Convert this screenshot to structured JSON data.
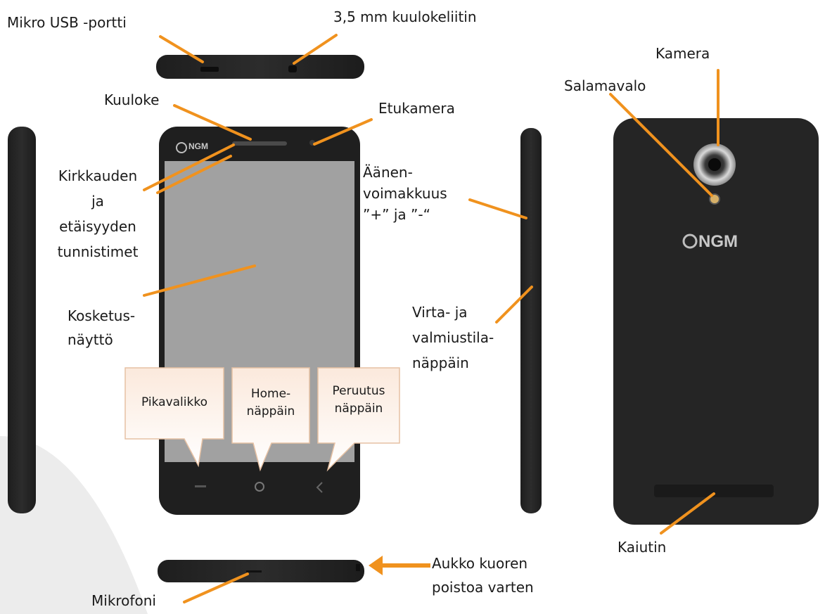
{
  "labels": {
    "micro_usb": "Mikro USB -portti",
    "headphone_jack": "3,5 mm kuulokeliitin",
    "earpiece": "Kuuloke",
    "front_camera": "Etukamera",
    "sensors": [
      "Kirkkauden",
      "ja",
      "etäisyyden",
      "tunnistimet"
    ],
    "volume": [
      "Äänen-",
      "voimakkuus",
      "”+” ja ”-“"
    ],
    "touchscreen": [
      "Kosketus-",
      "näyttö"
    ],
    "power": [
      "Virta- ja",
      "valmiustila-",
      "näppäin"
    ],
    "camera": "Kamera",
    "flash": "Salamavalo",
    "speaker": "Kaiutin",
    "cover_slot": [
      "Aukko kuoren",
      "poistoa varten"
    ],
    "microphone": "Mikrofoni"
  },
  "callouts": {
    "quick_menu": [
      "Pikavalikko"
    ],
    "home_key": [
      "Home-",
      "näppäin"
    ],
    "back_key": [
      "Peruutus",
      "näppäin"
    ]
  },
  "logo": {
    "front": "NGM",
    "back": "NGM"
  },
  "colors": {
    "leader": "#f0921e",
    "device_body": "#262626",
    "screen": "#a1a1a1",
    "callout_top": "#fbe9dc",
    "callout_bottom": "#ffffff"
  },
  "icons": {
    "menu_key": "dash-icon",
    "home_key": "circle-icon",
    "back_key": "back-arrow-icon"
  }
}
